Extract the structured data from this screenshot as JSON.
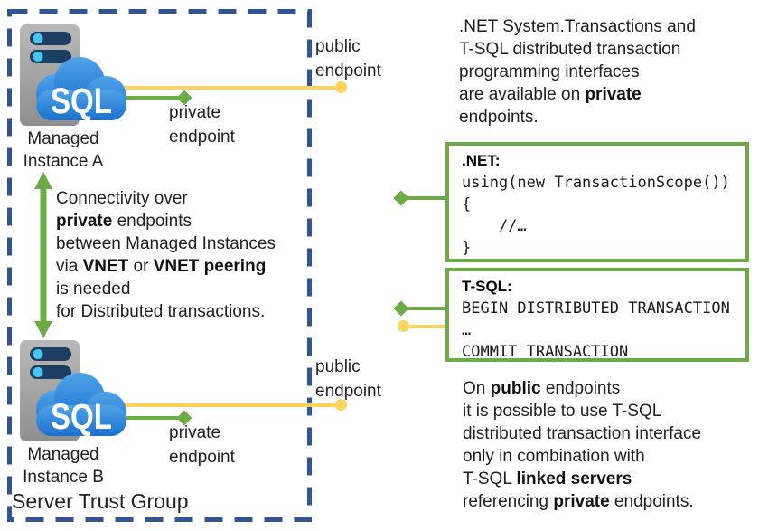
{
  "diagram": {
    "trust_group_label": "Server Trust Group",
    "sql_badge": "SQL",
    "instance_a": {
      "name_line1": "Managed",
      "name_line2": "Instance A"
    },
    "instance_b": {
      "name_line1": "Managed",
      "name_line2": "Instance B"
    },
    "labels": {
      "public_top_l1": "public",
      "public_top_l2": "endpoint",
      "private_top_l1": "private",
      "private_top_l2": "endpoint",
      "public_bottom_l1": "public",
      "public_bottom_l2": "endpoint",
      "private_bottom_l1": "private",
      "private_bottom_l2": "endpoint"
    },
    "connectivity_note": {
      "l1": "Connectivity over",
      "l2_bold": "private",
      "l2_rest": " endpoints",
      "l3": "between Managed Instances",
      "l4_a": "via ",
      "l4_bold1": "VNET",
      "l4_b": " or ",
      "l4_bold2": "VNET peering",
      "l5": "is needed",
      "l6": "for Distributed transactions."
    },
    "private_note": {
      "l1": ".NET System.Transactions and",
      "l2": "T-SQL distributed transaction",
      "l3": "programming interfaces",
      "l4_a": "are available on ",
      "l4_bold": "private",
      "l5": "endpoints."
    },
    "public_note": {
      "l1_a": "On ",
      "l1_bold": "public",
      "l1_b": " endpoints",
      "l2": "it is possible to use T-SQL",
      "l3": "distributed transaction interface",
      "l4": "only in combination with",
      "l5_a": "T-SQL ",
      "l5_bold": "linked servers",
      "l6_a": "referencing ",
      "l6_bold": "private",
      "l6_b": " endpoints."
    },
    "net_box": {
      "title": ".NET:",
      "code_l1": "using(new TransactionScope())",
      "code_l2": "{",
      "code_l3": "    //…",
      "code_l4": "}"
    },
    "tsql_box": {
      "title": "T-SQL:",
      "code_l1": "BEGIN DISTRIBUTED TRANSACTION",
      "code_l2": "…",
      "code_l3": "COMMIT TRANSACTION"
    },
    "colors": {
      "green": "#6CAC44",
      "yellow": "#FCD45C",
      "dashed_blue": "#2F5597",
      "cloud_blue": "#1C71CE",
      "server_gray": "#A6A6A6"
    }
  }
}
